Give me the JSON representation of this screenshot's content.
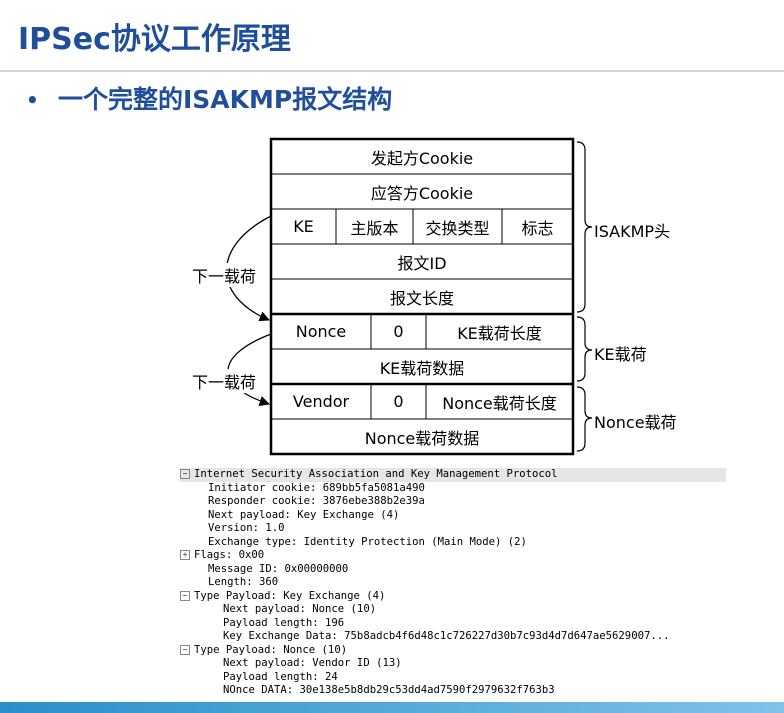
{
  "slide": {
    "title": "IPSec协议工作原理",
    "bullet": "一个完整的ISAKMP报文结构"
  },
  "diagram": {
    "rows": [
      [
        "发起方Cookie"
      ],
      [
        "应答方Cookie"
      ],
      [
        "KE",
        "主版本",
        "交换类型",
        "标志"
      ],
      [
        "报文ID"
      ],
      [
        "报文长度"
      ],
      [
        "Nonce",
        "0",
        "KE载荷长度"
      ],
      [
        "KE载荷数据"
      ],
      [
        "Vendor",
        "0",
        "Nonce载荷长度"
      ],
      [
        "Nonce载荷数据"
      ]
    ],
    "braces": [
      "ISAKMP头",
      "KE载荷",
      "Nonce载荷"
    ],
    "next_payload_labels": [
      "下一载荷",
      "下一载荷"
    ]
  },
  "packet_tree": [
    {
      "text": "Internet Security Association and Key Management Protocol",
      "indent": 0,
      "toggle": "−",
      "selected": true
    },
    {
      "text": "Initiator cookie: 689bb5fa5081a490",
      "indent": 1
    },
    {
      "text": "Responder cookie: 3876ebe388b2e39a",
      "indent": 1
    },
    {
      "text": "Next payload: Key Exchange (4)",
      "indent": 1
    },
    {
      "text": "Version: 1.0",
      "indent": 1
    },
    {
      "text": "Exchange type: Identity Protection (Main Mode) (2)",
      "indent": 1
    },
    {
      "text": "Flags: 0x00",
      "indent": 0,
      "toggle": "+"
    },
    {
      "text": "Message ID: 0x00000000",
      "indent": 1
    },
    {
      "text": "Length: 360",
      "indent": 1
    },
    {
      "text": "Type Payload: Key Exchange (4)",
      "indent": 0,
      "toggle": "−"
    },
    {
      "text": "Next payload: Nonce (10)",
      "indent": 2
    },
    {
      "text": "Payload length: 196",
      "indent": 2
    },
    {
      "text": "Key Exchange Data: 75b8adcb4f6d48c1c726227d30b7c93d4d7d647ae5629007...",
      "indent": 2
    },
    {
      "text": "Type Payload: Nonce (10)",
      "indent": 0,
      "toggle": "−"
    },
    {
      "text": "Next payload: Vendor ID (13)",
      "indent": 2
    },
    {
      "text": "Payload length: 24",
      "indent": 2
    },
    {
      "text": "NOnce DATA: 30e138e5b8db29c53dd4ad7590f2979632f763b3",
      "indent": 2
    }
  ]
}
